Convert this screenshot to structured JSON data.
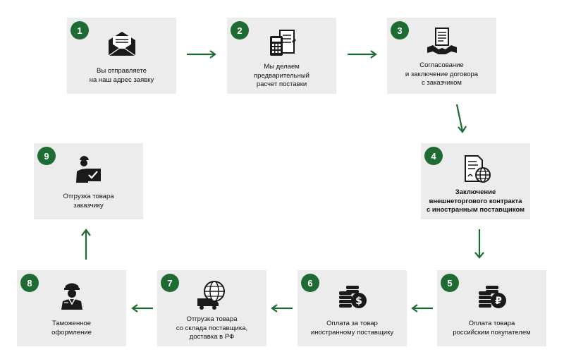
{
  "accent_color": "#1e6b33",
  "steps": [
    {
      "number": "1",
      "label": "Вы отправляете\nна наш адрес заявку",
      "icon": "envelope-icon"
    },
    {
      "number": "2",
      "label": "Мы делаем\nпредварительный\nрасчет поставки",
      "icon": "calculator-document-icon"
    },
    {
      "number": "3",
      "label": "Согласование\nи заключение договора\nс заказчиком",
      "icon": "handshake-contract-icon"
    },
    {
      "number": "4",
      "label": "Заключение\nвнешнеторгового контракта\nс иностранным поставщиком",
      "icon": "document-globe-icon"
    },
    {
      "number": "5",
      "label": "Оплата товара\nроссийским покупателем",
      "icon": "coins-ruble-icon"
    },
    {
      "number": "6",
      "label": "Оплата за товар\nиностранному поставщику",
      "icon": "coins-dollar-icon"
    },
    {
      "number": "7",
      "label": "Отгрузка товара\nсо склада поставщика,\nдоставка в РФ",
      "icon": "globe-truck-icon"
    },
    {
      "number": "8",
      "label": "Таможенное\nоформление",
      "icon": "customs-officer-icon"
    },
    {
      "number": "9",
      "label": "Отгрузка товара\nзаказчику",
      "icon": "courier-box-icon"
    }
  ]
}
